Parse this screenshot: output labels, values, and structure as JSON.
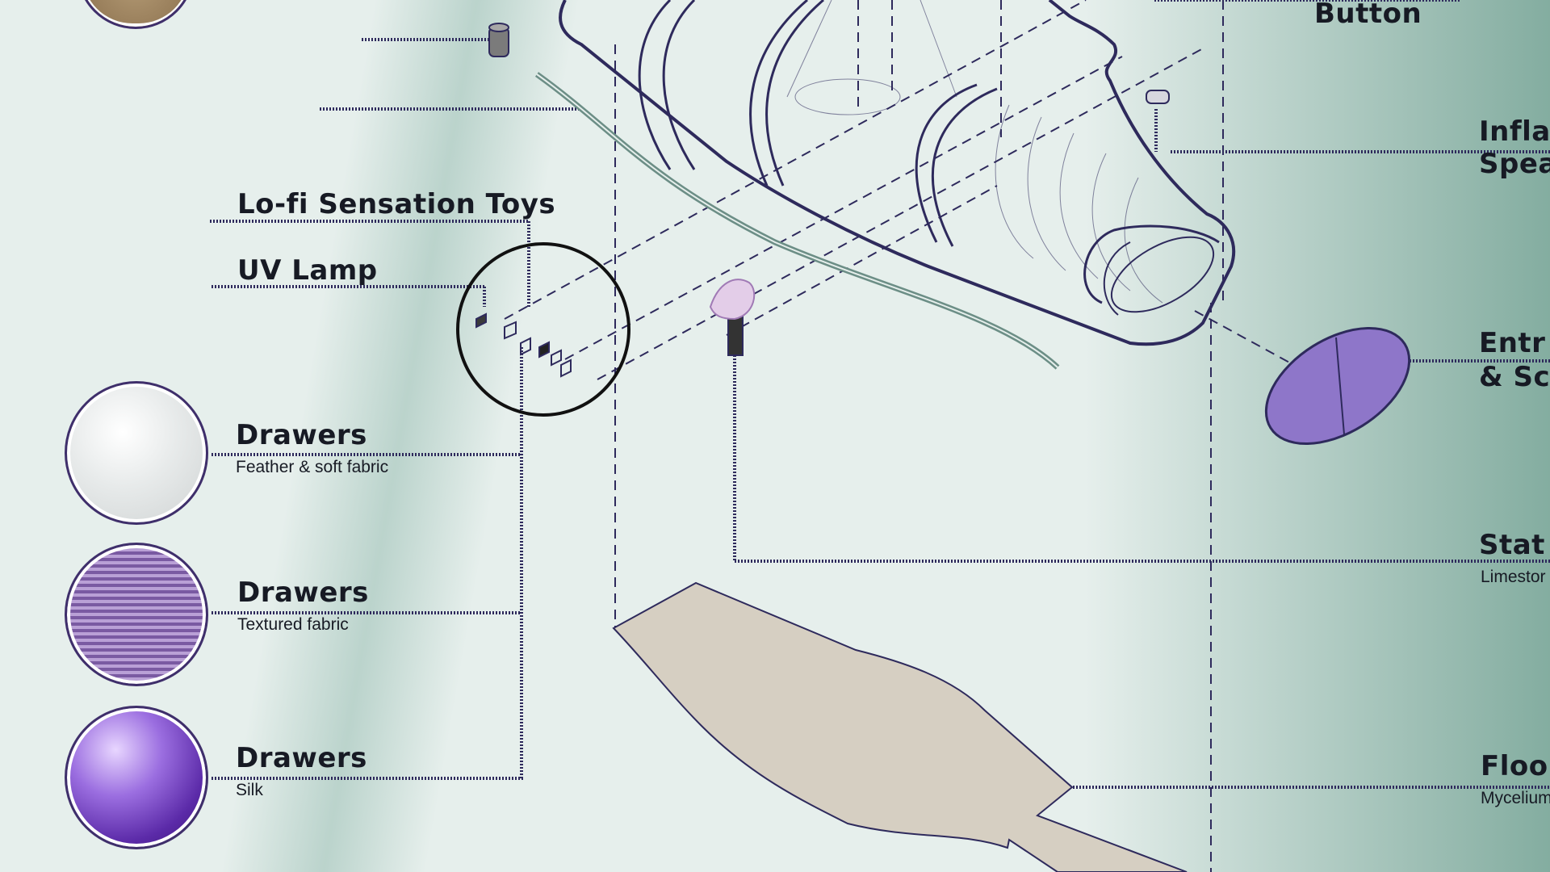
{
  "labels": {
    "lofi_toys": "Lo-fi Sensation Toys",
    "uv_lamp": "UV Lamp",
    "drawers_1_title": "Drawers",
    "drawers_1_sub": "Feather & soft fabric",
    "drawers_2_title": "Drawers",
    "drawers_2_sub": "Textured fabric",
    "drawers_3_title": "Drawers",
    "drawers_3_sub": "Silk",
    "button": "Button",
    "inflatable_line1": "Infla",
    "inflatable_line2": "Spea",
    "entry_line1": "Entr",
    "entry_line2": "& Sc",
    "station": "Stat",
    "station_sub": "Limestor",
    "floor": "Floor",
    "floor_sub": "Mycelium"
  },
  "colors": {
    "ink": "#171a24",
    "line": "#2e2a5c",
    "purple": "#8e76c9",
    "sand": "#d6cfc2",
    "tint": "#7aa99a"
  }
}
